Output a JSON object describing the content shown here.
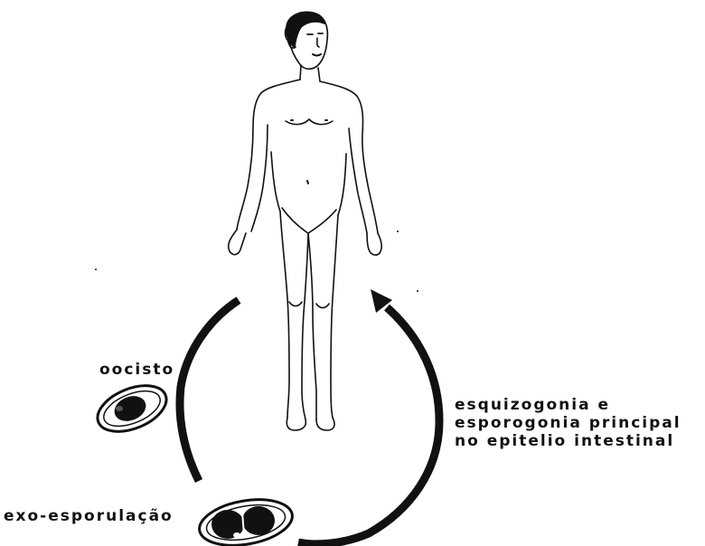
{
  "labels": {
    "oocisto": "oocisto",
    "exo_esporulacao": "exo-esporulação",
    "esquizogonia_line1": "esquizogonia e",
    "esquizogonia_line2": "esporogonia principal",
    "esquizogonia_line3": "no epitelio intestinal"
  },
  "colors": {
    "ink": "#111111",
    "background": "#ffffff"
  }
}
